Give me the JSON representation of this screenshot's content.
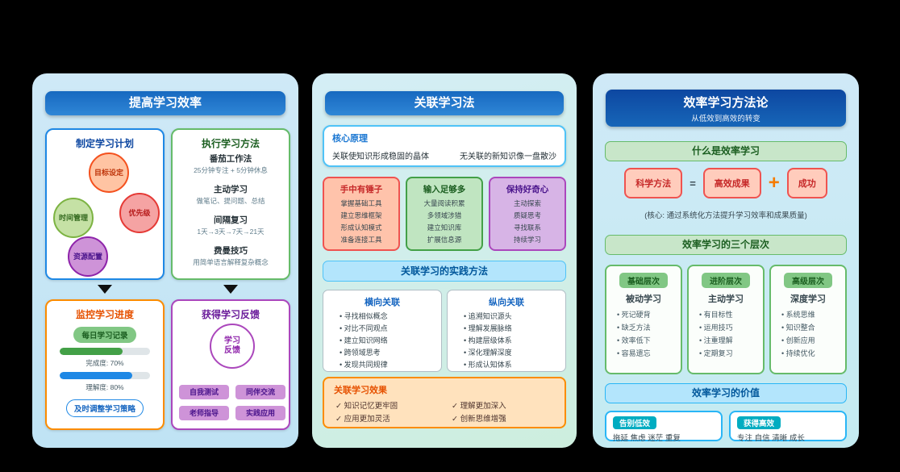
{
  "colors": {
    "header_blue": "#1769c0",
    "header_dark_blue": "#0d47a1",
    "progress_done_green": "#43a047",
    "progress_understand_blue": "#1e88e5",
    "accent_green": "#66bb6a",
    "accent_orange": "#fb8c00",
    "accent_purple": "#ab47bc",
    "accent_cyan": "#00acc1",
    "accent_red": "#ef5350"
  },
  "p1": {
    "title": "提高学习效率",
    "plan": {
      "title": "制定学习计划",
      "bubbles": [
        {
          "label": "目标设定"
        },
        {
          "label": "时间管理"
        },
        {
          "label": "优先级"
        },
        {
          "label": "资源配置"
        }
      ]
    },
    "exec": {
      "title": "执行学习方法",
      "methods": [
        {
          "name": "番茄工作法",
          "desc": "25分钟专注 + 5分钟休息"
        },
        {
          "name": "主动学习",
          "desc": "做笔记、提问题、总结"
        },
        {
          "name": "间隔复习",
          "desc": "1天→3天→7天→21天"
        },
        {
          "name": "费曼技巧",
          "desc": "用简单语言解释复杂概念"
        }
      ]
    },
    "monitor": {
      "title": "监控学习进度",
      "record": "每日学习记录",
      "bars": [
        {
          "label": "完成度: 70%",
          "value": 70
        },
        {
          "label": "理解度: 80%",
          "value": 80
        }
      ],
      "adjust": "及时调整学习策略"
    },
    "feedback": {
      "title": "获得学习反馈",
      "circle": "学习反馈",
      "items": [
        "自我测试",
        "同伴交流",
        "老师指导",
        "实践应用"
      ]
    }
  },
  "p2": {
    "title": "关联学习法",
    "core": {
      "title": "核心原理",
      "left": "关联使知识形成稳固的晶体",
      "right": "无关联的新知识像一盘散沙"
    },
    "pillars": [
      {
        "title": "手中有锤子",
        "items": [
          "掌握基础工具",
          "建立思维框架",
          "形成认知模式",
          "准备连接工具"
        ]
      },
      {
        "title": "输入足够多",
        "items": [
          "大量阅读积累",
          "多领域涉猎",
          "建立知识库",
          "扩展信息源"
        ]
      },
      {
        "title": "保持好奇心",
        "items": [
          "主动探索",
          "质疑思考",
          "寻找联系",
          "持续学习"
        ]
      }
    ],
    "practice_title": "关联学习的实践方法",
    "practice": [
      {
        "title": "横向关联",
        "items": [
          "• 寻找相似概念",
          "• 对比不同观点",
          "• 建立知识网络",
          "• 跨领域思考",
          "• 发现共同规律"
        ]
      },
      {
        "title": "纵向关联",
        "items": [
          "• 追溯知识源头",
          "• 理解发展脉络",
          "• 构建层级体系",
          "• 深化理解深度",
          "• 形成认知体系"
        ]
      }
    ],
    "effects": {
      "title": "关联学习效果",
      "items": [
        "✓ 知识记忆更牢固",
        "✓ 理解更加深入",
        "✓ 应用更加灵活",
        "✓ 创新思维增强"
      ]
    }
  },
  "p3": {
    "title": "效率学习方法论",
    "subtitle": "从低效到高效的转变",
    "what_title": "什么是效率学习",
    "formula": {
      "a": "科学方法",
      "eq": "=",
      "b": "高效成果",
      "plus": "+",
      "c": "成功"
    },
    "note": "(核心: 通过系统化方法提升学习效率和成果质量)",
    "levels_title": "效率学习的三个层次",
    "levels": [
      {
        "badge": "基础层次",
        "name": "被动学习",
        "items": [
          "• 死记硬背",
          "• 缺乏方法",
          "• 效率低下",
          "• 容易遗忘"
        ]
      },
      {
        "badge": "进阶层次",
        "name": "主动学习",
        "items": [
          "• 有目标性",
          "• 运用技巧",
          "• 注重理解",
          "• 定期复习"
        ]
      },
      {
        "badge": "高级层次",
        "name": "深度学习",
        "items": [
          "• 系统思维",
          "• 知识整合",
          "• 创新应用",
          "• 持续优化"
        ]
      }
    ],
    "value_title": "效率学习的价值",
    "values": [
      {
        "badge": "告别低效",
        "text": "拖延 焦虑 迷茫 重复"
      },
      {
        "badge": "获得高效",
        "text": "专注 自信 清晰 成长"
      }
    ]
  }
}
